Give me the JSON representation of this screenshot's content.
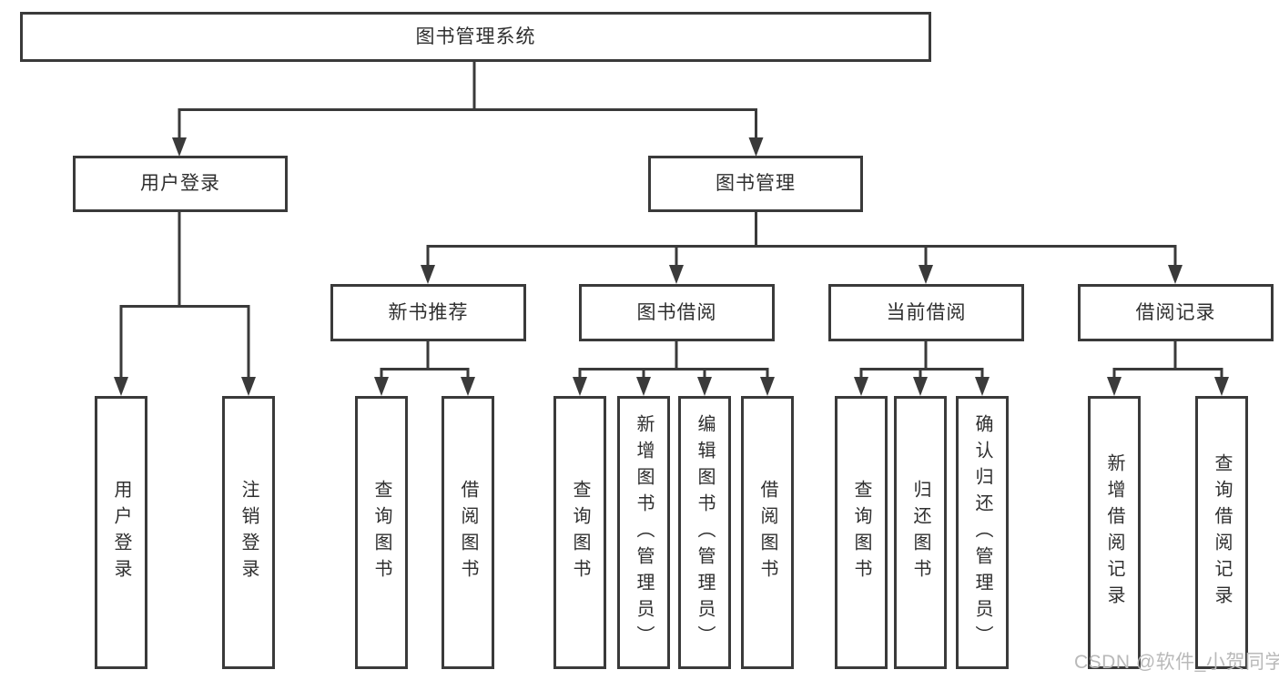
{
  "tree": {
    "root": "图书管理系统",
    "login": {
      "label": "用户登录",
      "children": [
        "用户登录",
        "注销登录"
      ]
    },
    "management": {
      "label": "图书管理",
      "groups": [
        {
          "label": "新书推荐",
          "children": [
            "查询图书",
            "借阅图书"
          ]
        },
        {
          "label": "图书借阅",
          "children": [
            "查询图书",
            "新增图书（管理员）",
            "编辑图书（管理员）",
            "借阅图书"
          ]
        },
        {
          "label": "当前借阅",
          "children": [
            "查询图书",
            "归还图书",
            "确认归还（管理员）"
          ]
        },
        {
          "label": "借阅记录",
          "children": [
            "新增借阅记录",
            "查询借阅记录"
          ]
        }
      ]
    }
  },
  "watermark": {
    "text": "CSDN @软件_小贺同学"
  },
  "colors": {
    "line": "#3a3a3a",
    "text": "#2f2f2f",
    "watermark": "#b9b9b9",
    "background": "#ffffff"
  }
}
